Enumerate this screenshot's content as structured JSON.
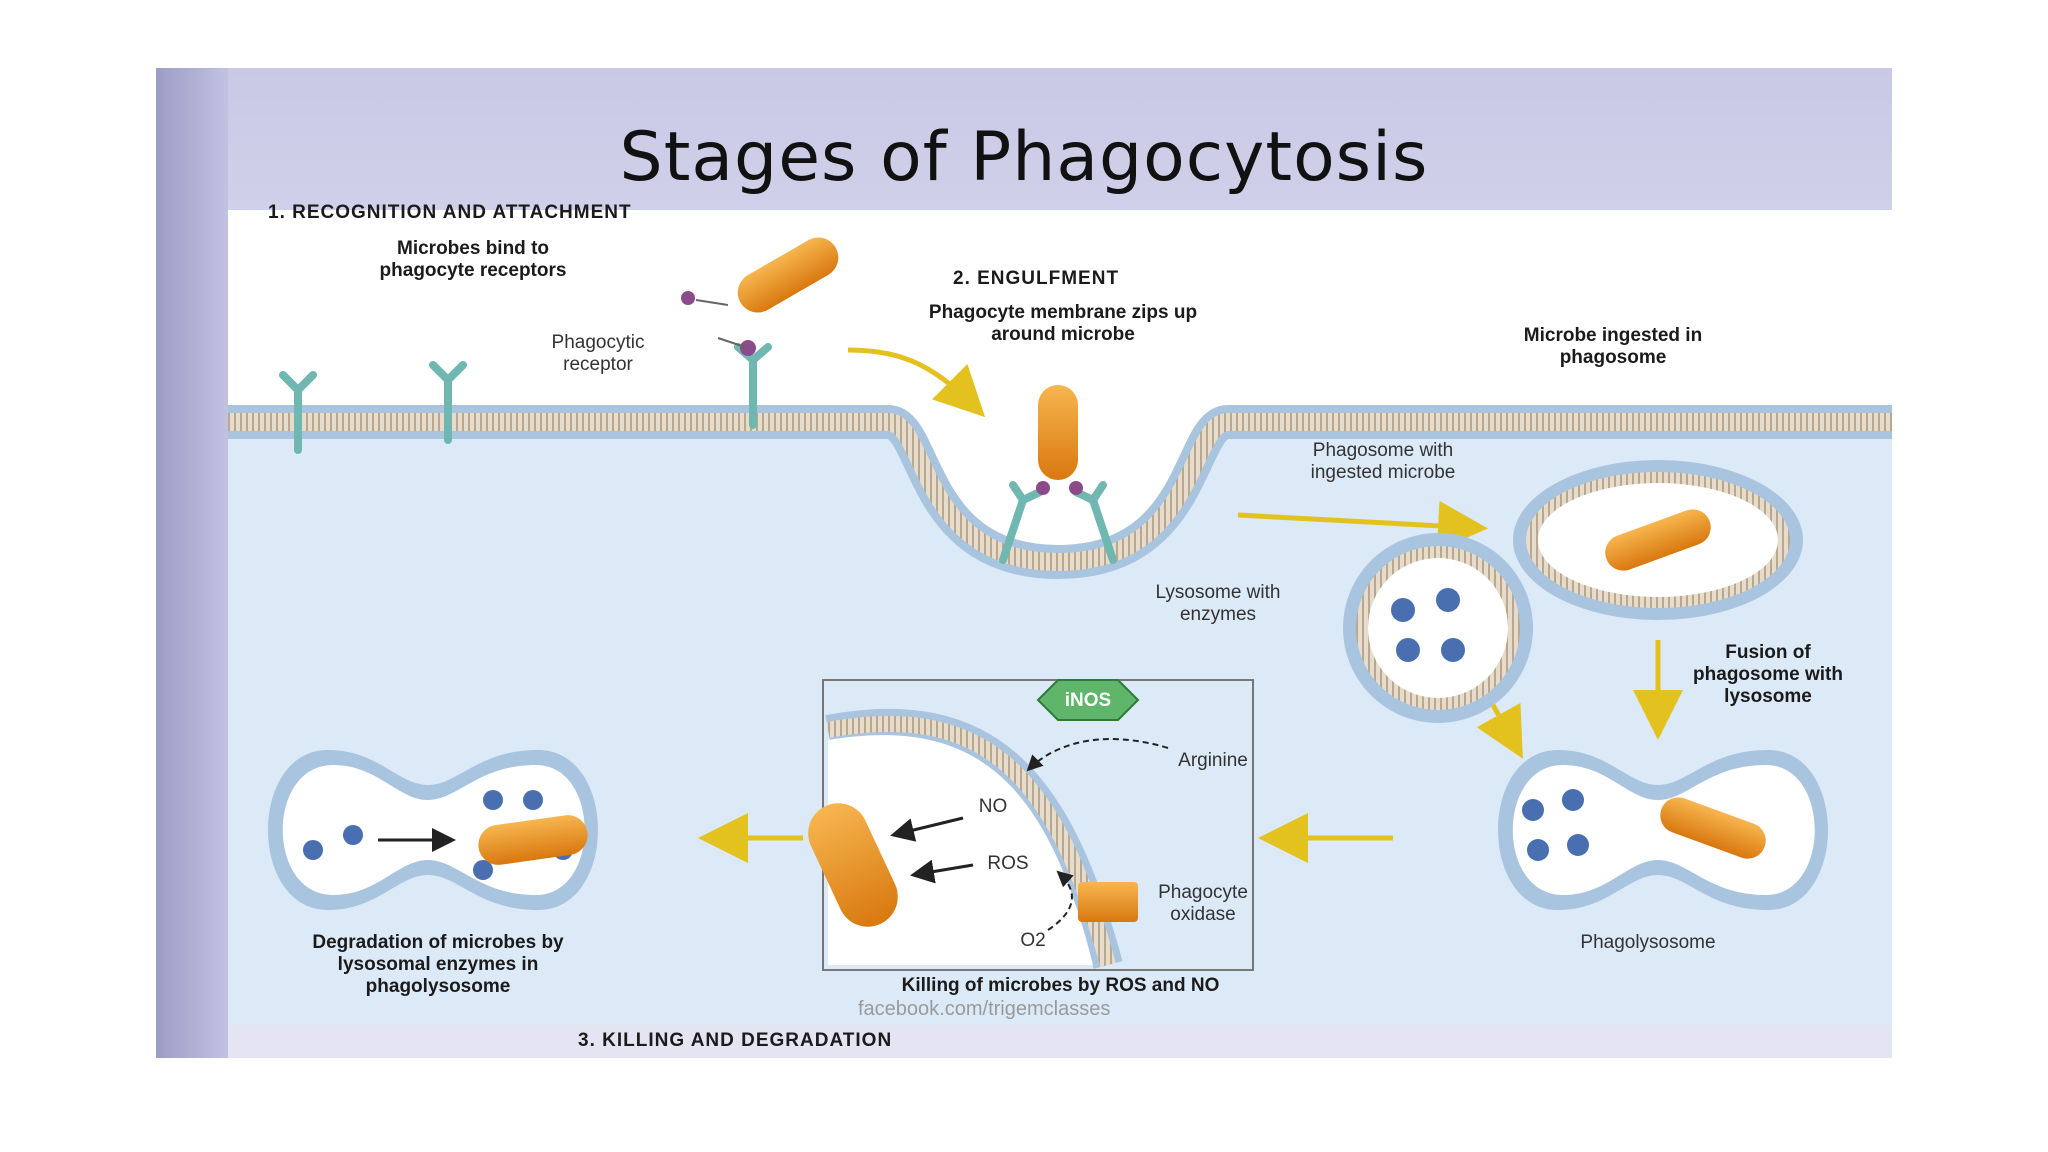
{
  "title": "Stages of Phagocytosis",
  "stages": {
    "s1": "1. RECOGNITION AND ATTACHMENT",
    "s2": "2. ENGULFMENT",
    "s3": "3. KILLING AND DEGRADATION"
  },
  "labels": {
    "microbes_bind": "Microbes bind to phagocyte receptors",
    "phagocytic_receptor": "Phagocytic receptor",
    "membrane_zips": "Phagocyte membrane zips up around microbe",
    "microbe_ingested": "Microbe ingested in phagosome",
    "phagosome_with_microbe": "Phagosome with ingested microbe",
    "lysosome": "Lysosome with enzymes",
    "fusion": "Fusion of phagosome with lysosome",
    "phagolysosome": "Phagolysosome",
    "inos": "iNOS",
    "arginine": "Arginine",
    "no": "NO",
    "ros": "ROS",
    "o2": "O2",
    "phagocyte_oxidase": "Phagocyte oxidase",
    "killing": "Killing of microbes by ROS and NO",
    "degradation": "Degradation of microbes by lysosomal enzymes in phagolysosome"
  },
  "watermark": "facebook.com/trigemclasses",
  "colors": {
    "cytoplasm": "#dce9f7",
    "membrane": "#a9c4df",
    "membrane_stripe": "#c9b8a0",
    "microbe": "#f0981f",
    "receptor": "#6fb7b0",
    "enzyme": "#4a6fb0",
    "arrow": "#e3c21f",
    "inos": "#5fb56a"
  }
}
